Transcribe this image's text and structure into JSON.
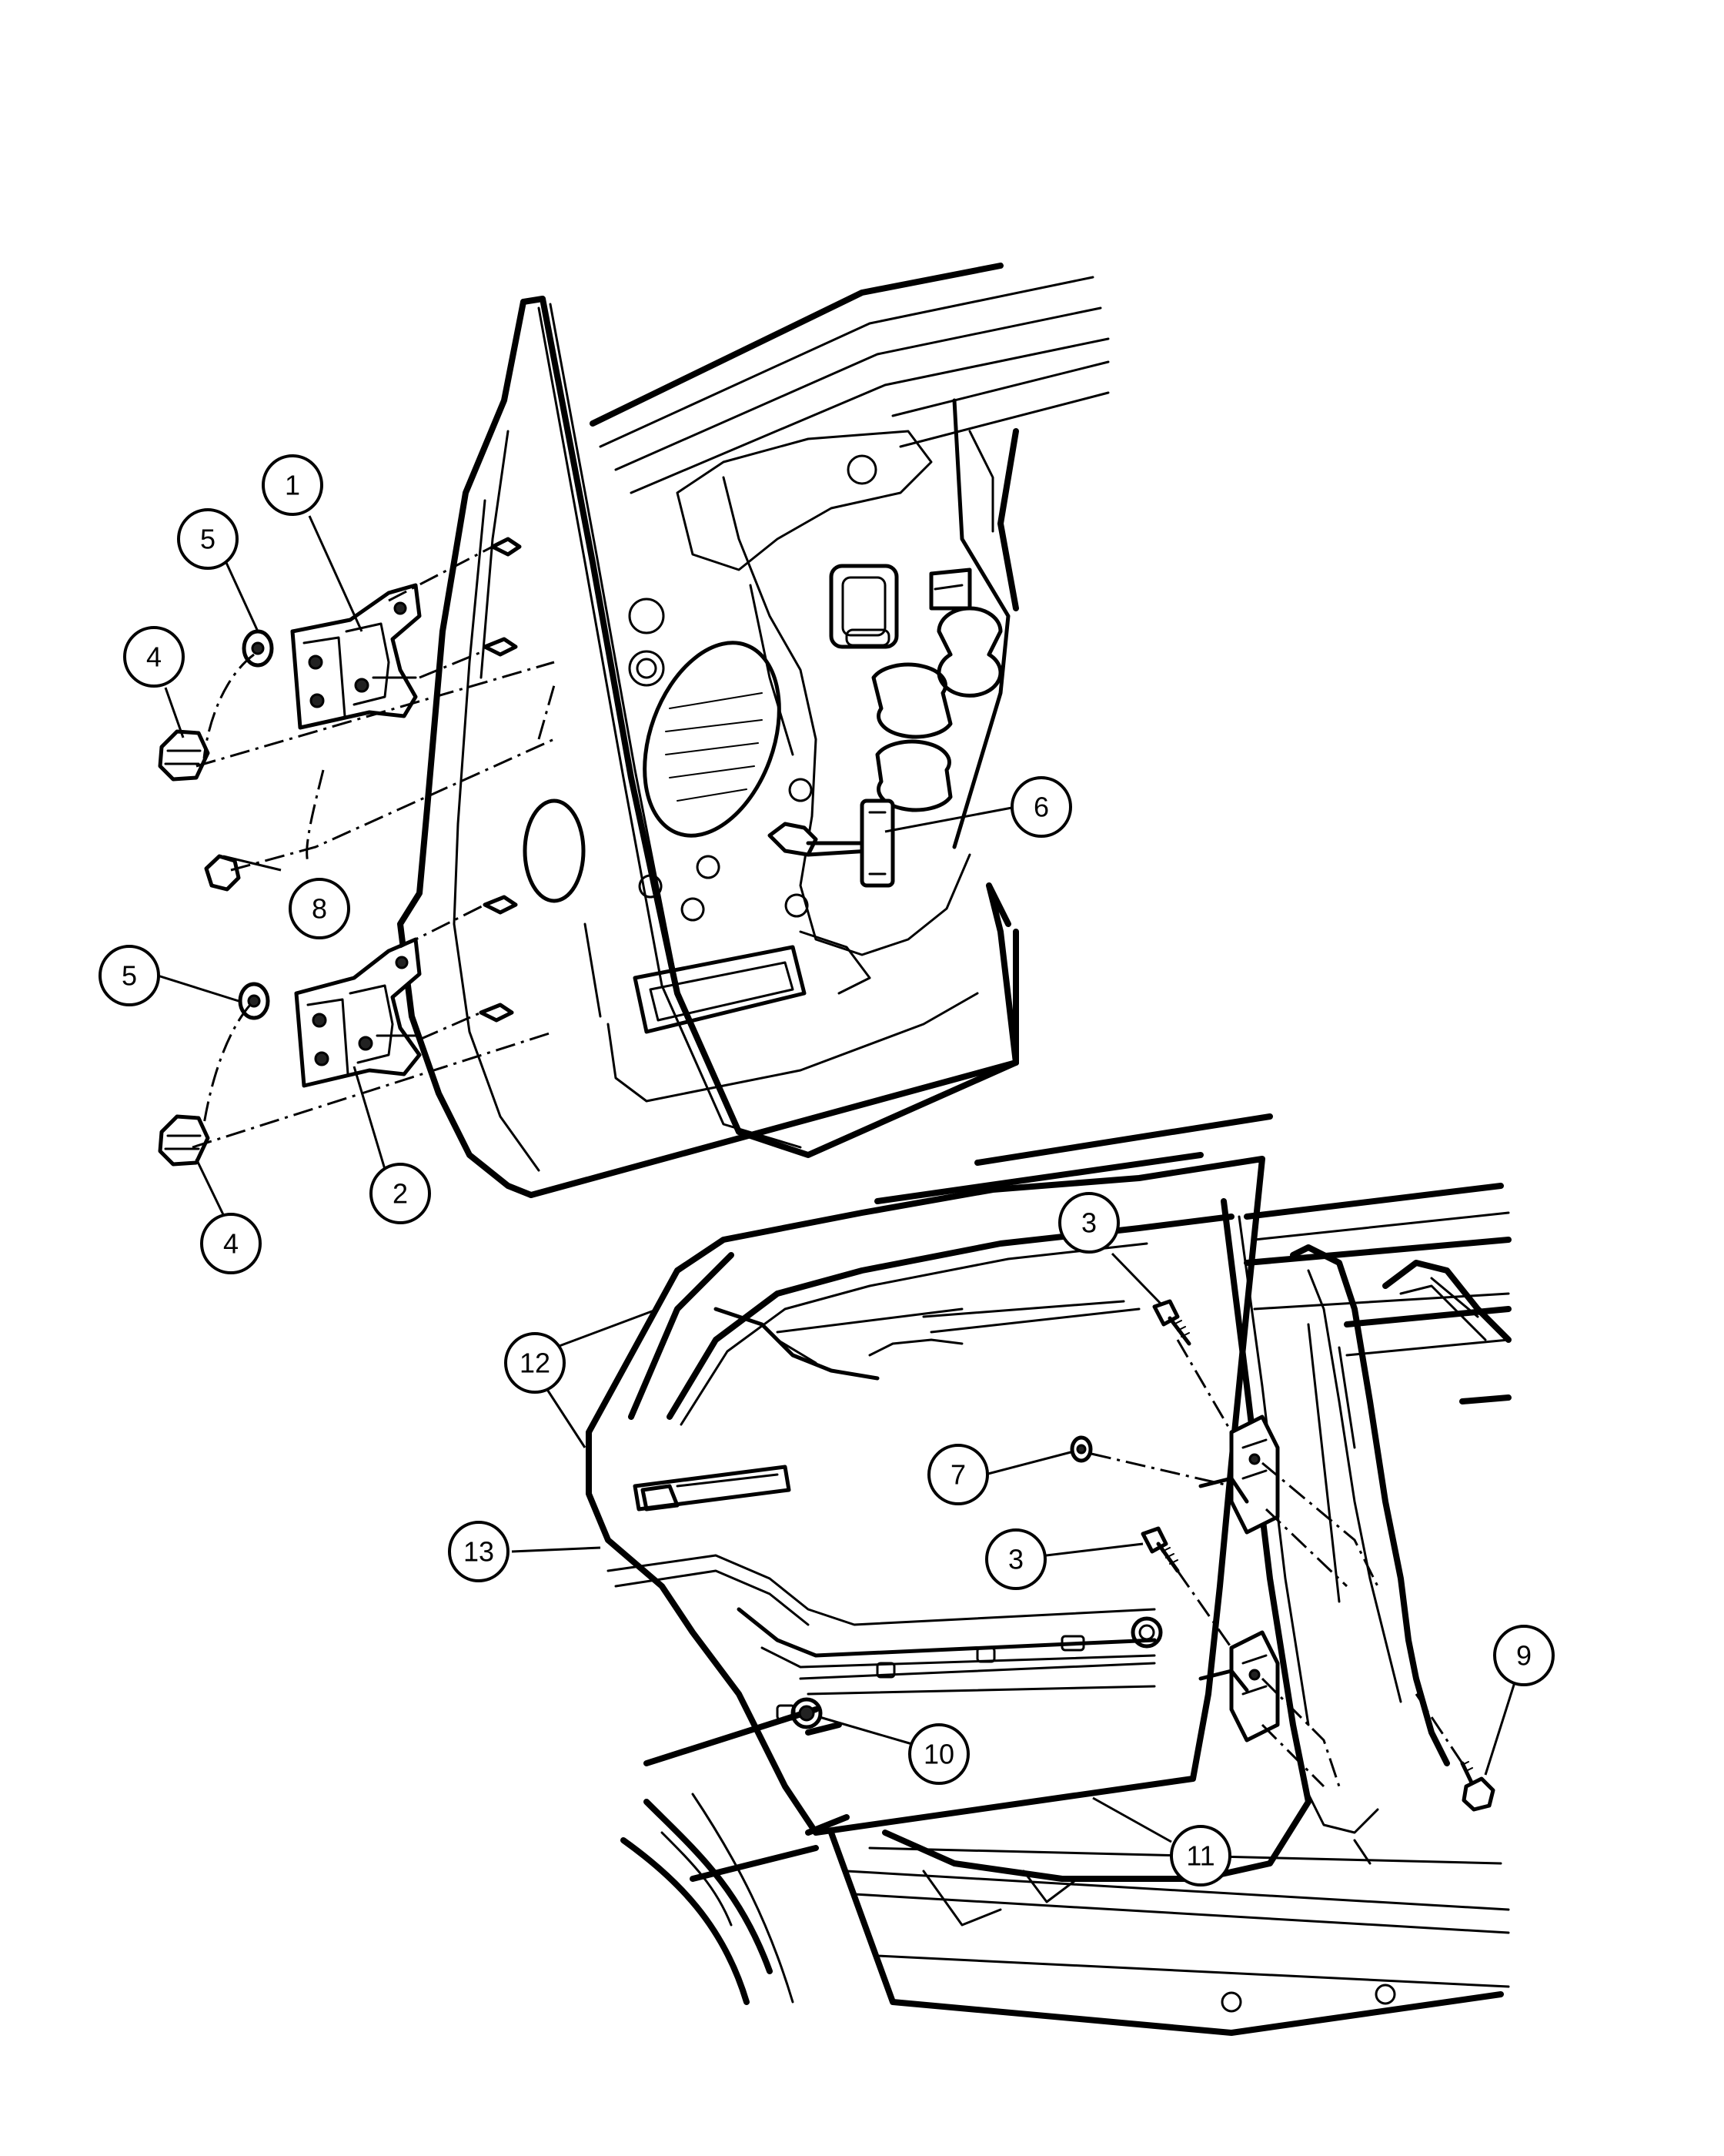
{
  "callouts": [
    {
      "id": "c1",
      "label": "1"
    },
    {
      "id": "c2",
      "label": "2"
    },
    {
      "id": "c3a",
      "label": "3"
    },
    {
      "id": "c3b",
      "label": "3"
    },
    {
      "id": "c4a",
      "label": "4"
    },
    {
      "id": "c4b",
      "label": "4"
    },
    {
      "id": "c5a",
      "label": "5"
    },
    {
      "id": "c5b",
      "label": "5"
    },
    {
      "id": "c6",
      "label": "6"
    },
    {
      "id": "c7",
      "label": "7"
    },
    {
      "id": "c8",
      "label": "8"
    },
    {
      "id": "c9",
      "label": "9"
    },
    {
      "id": "c10",
      "label": "10"
    },
    {
      "id": "c11",
      "label": "11"
    },
    {
      "id": "c12",
      "label": "12"
    },
    {
      "id": "c13",
      "label": "13"
    }
  ]
}
